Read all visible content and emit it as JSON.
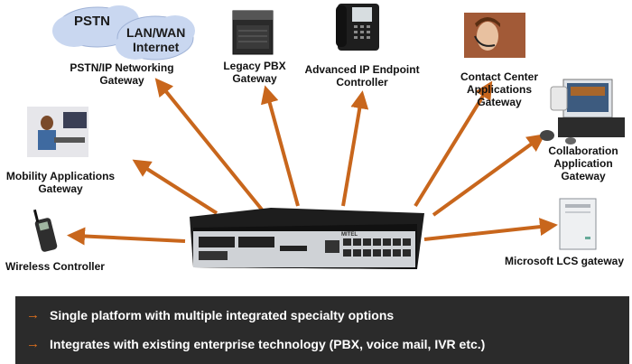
{
  "nodes": {
    "pstn_cloud": {
      "pstn": "PSTN",
      "lan_line1": "LAN/WAN",
      "lan_line2": "Internet"
    },
    "pstn_gateway": {
      "line1": "PSTN/IP Networking",
      "line2": "Gateway"
    },
    "legacy_pbx": {
      "line1": "Legacy PBX",
      "line2": "Gateway"
    },
    "ip_endpoint": {
      "line1": "Advanced IP Endpoint",
      "line2": "Controller"
    },
    "contact_center": {
      "line1": "Contact Center",
      "line2": "Applications",
      "line3": "Gateway"
    },
    "mobility": {
      "line1": "Mobility Applications",
      "line2": "Gateway"
    },
    "collaboration": {
      "line1": "Collaboration",
      "line2": "Application",
      "line3": "Gateway"
    },
    "wireless": {
      "line1": "Wireless Controller"
    },
    "lcs": {
      "line1": "Microsoft LCS gateway"
    }
  },
  "device": {
    "brand": "MITEL"
  },
  "banner": {
    "bullets": [
      "Single platform with multiple integrated specialty options",
      "Integrates with existing enterprise technology (PBX, voice mail, IVR etc.)"
    ]
  },
  "colors": {
    "arrow": "#c8661c",
    "banner_bg": "#2b2b2b",
    "bullet_arrow": "#e2711d",
    "cloud": "#c9d7f0"
  }
}
